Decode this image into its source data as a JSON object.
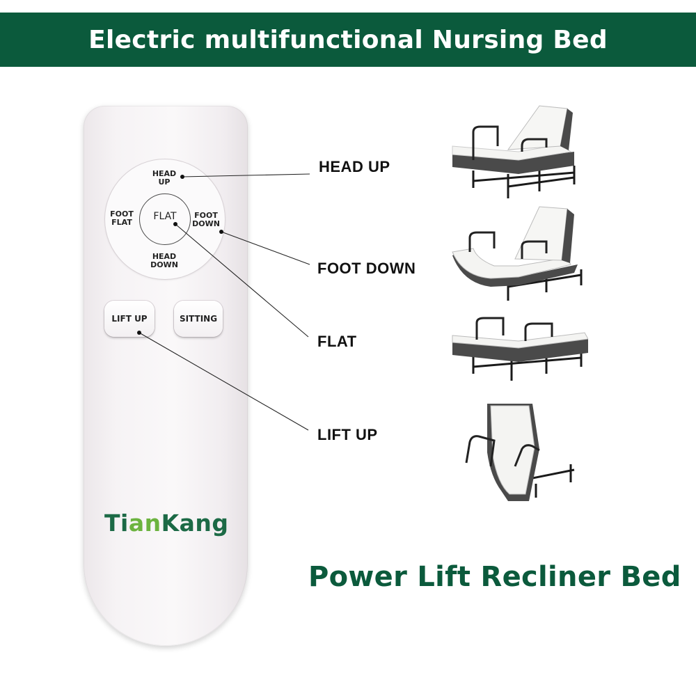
{
  "banner": {
    "title": "Electric multifunctional Nursing Bed"
  },
  "remote": {
    "dpad": {
      "top": "HEAD\nUP",
      "left": "FOOT\nFLAT",
      "center": "FLAT",
      "right": "FOOT\nDOWN",
      "bottom": "HEAD\nDOWN"
    },
    "buttons": {
      "lift_up": "LIFT UP",
      "sitting": "SITTING"
    },
    "brand": {
      "part1": "Ti",
      "part2": "an",
      "part3": "Kang"
    }
  },
  "callouts": {
    "head_up": "HEAD UP",
    "foot_down": "FOOT DOWN",
    "flat": "FLAT",
    "lift_up": "LIFT UP"
  },
  "subtitle": "Power Lift Recliner Bed",
  "colors": {
    "banner": "#0b5a3c",
    "brand_dark": "#1c6a46",
    "brand_light": "#6cb33f",
    "subtitle": "#0b5a3c"
  },
  "images": [
    "bed-head-up-image",
    "bed-foot-down-image",
    "bed-flat-image",
    "bed-lift-up-image"
  ]
}
